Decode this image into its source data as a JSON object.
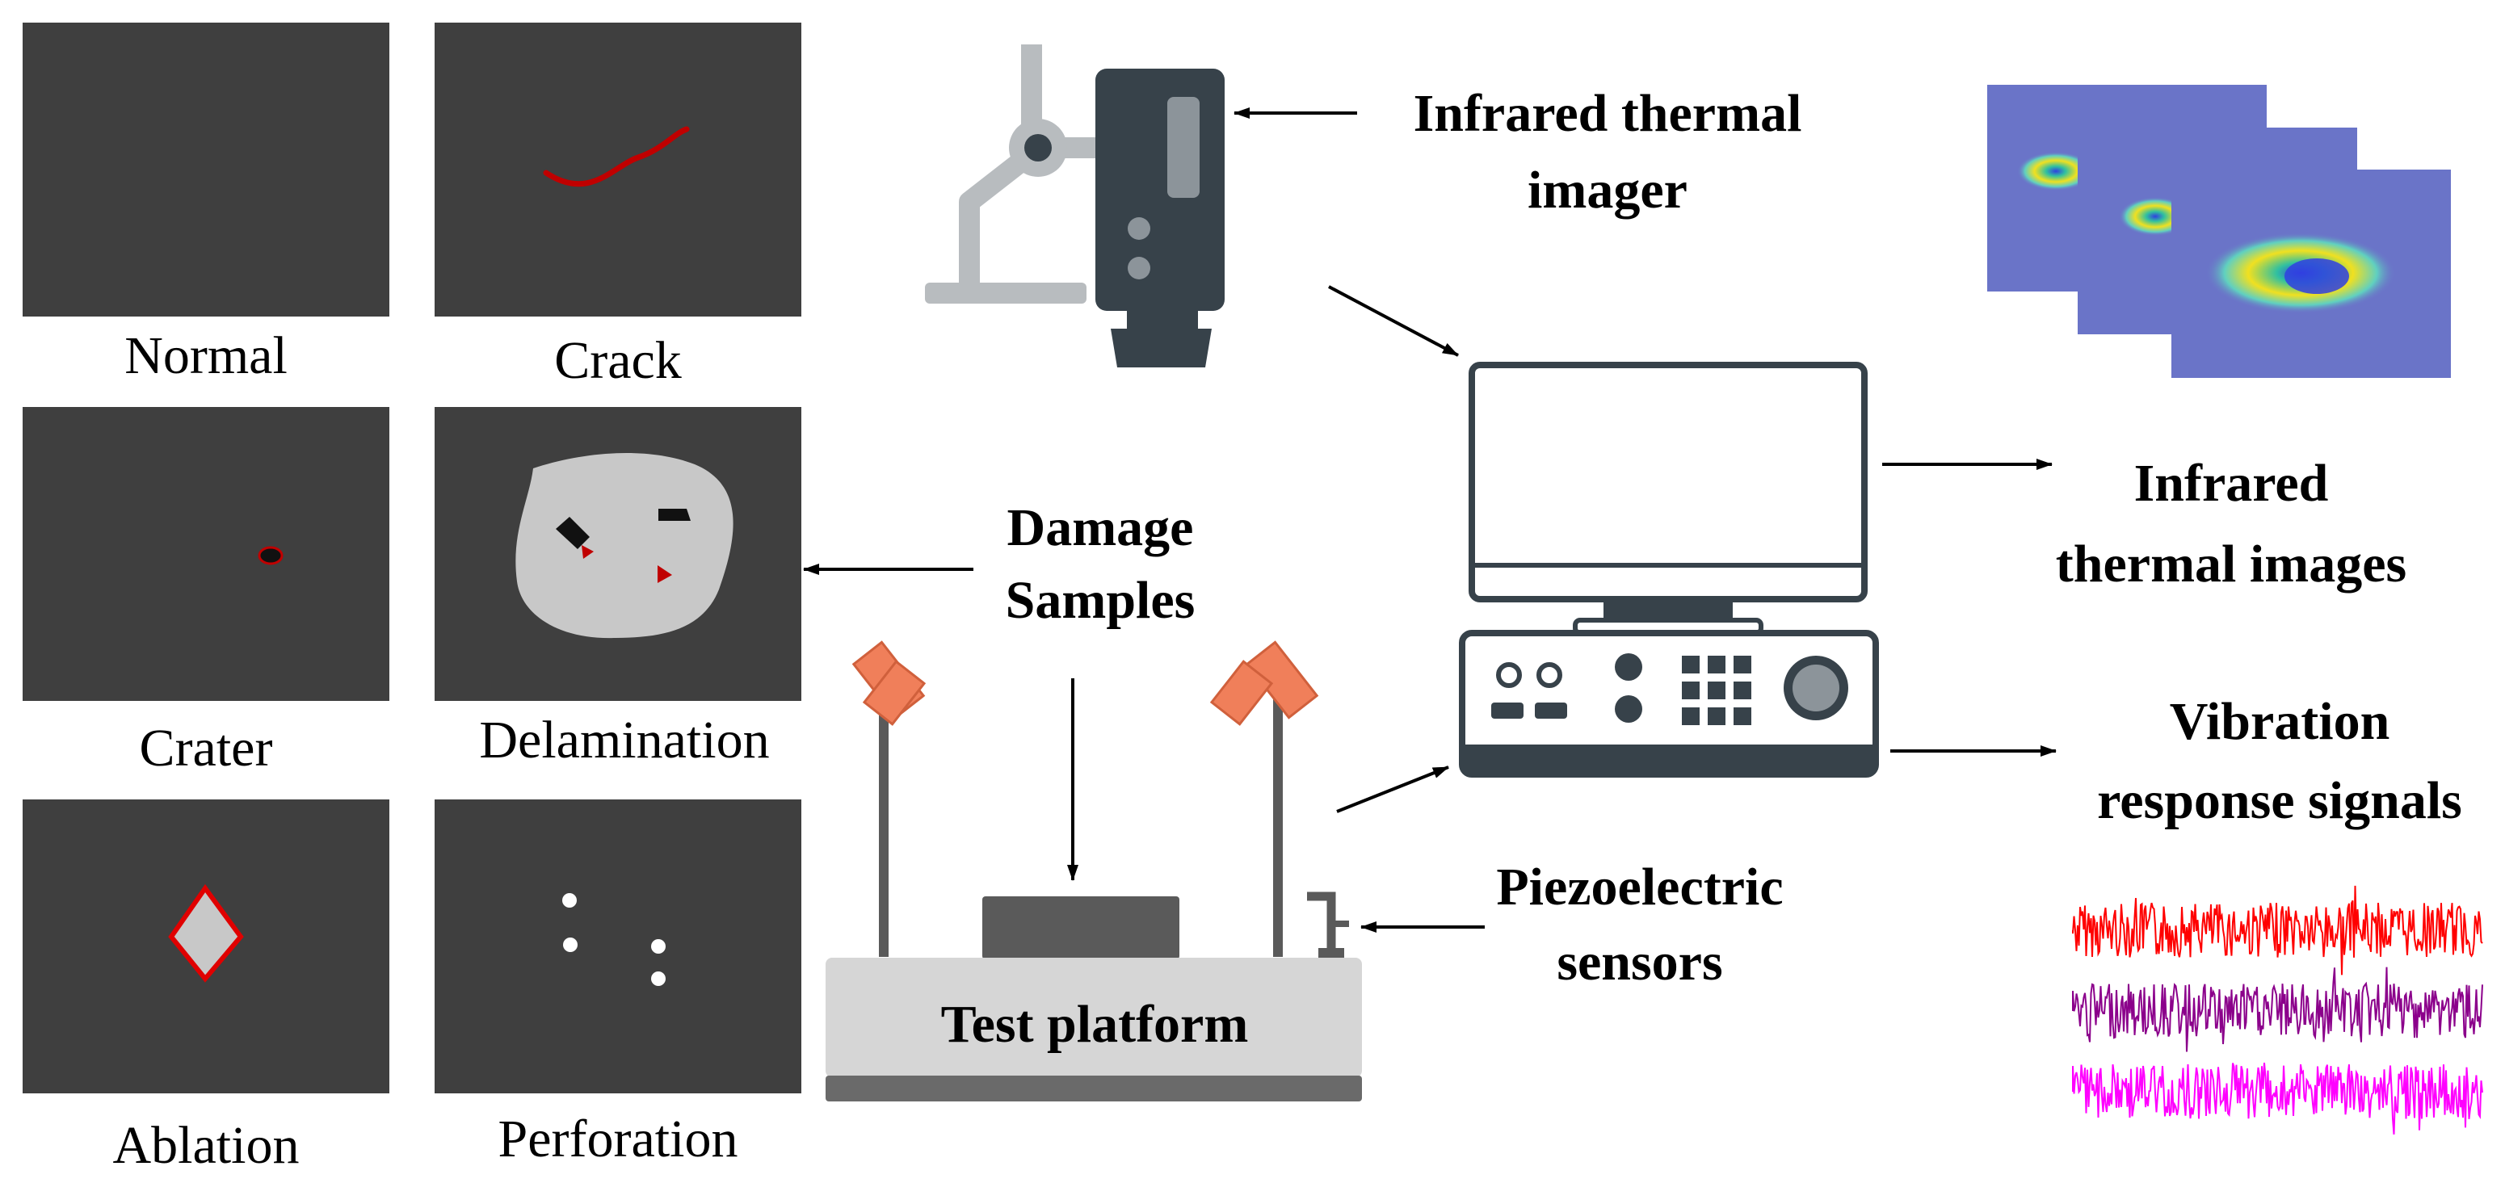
{
  "samples": [
    {
      "label": "Normal"
    },
    {
      "label": "Crack"
    },
    {
      "label": "Crater"
    },
    {
      "label": "Delamination"
    },
    {
      "label": "Ablation"
    },
    {
      "label": "Perforation"
    }
  ],
  "labels": {
    "imager_line1": "Infrared thermal",
    "imager_line2": "imager",
    "damage_line1": "Damage",
    "damage_line2": "Samples",
    "platform": "Test platform",
    "piezo_line1": "Piezoelectric",
    "piezo_line2": "sensors",
    "images_line1": "Infrared",
    "images_line2": "thermal images",
    "signals_line1": "Vibration",
    "signals_line2": "response signals"
  },
  "colors": {
    "panel": "#3f3f3f",
    "defect_red": "#c00000",
    "delamination_fill": "#c8c8c8",
    "camera_body": "#37424a",
    "camera_arm": "#b8bcbf",
    "sensor_orange": "#f07f5a",
    "platform_top": "#d6d6d6",
    "platform_base": "#6a6a6a",
    "thermal_bg": "#6a74c8",
    "signal_red": "#ff0000",
    "signal_purple": "#8b008b",
    "signal_magenta": "#ff00ff"
  },
  "icons": [
    "camera-icon",
    "monitor-icon",
    "control-console-icon",
    "sensor-stand-icon",
    "piezo-sensor-icon"
  ]
}
